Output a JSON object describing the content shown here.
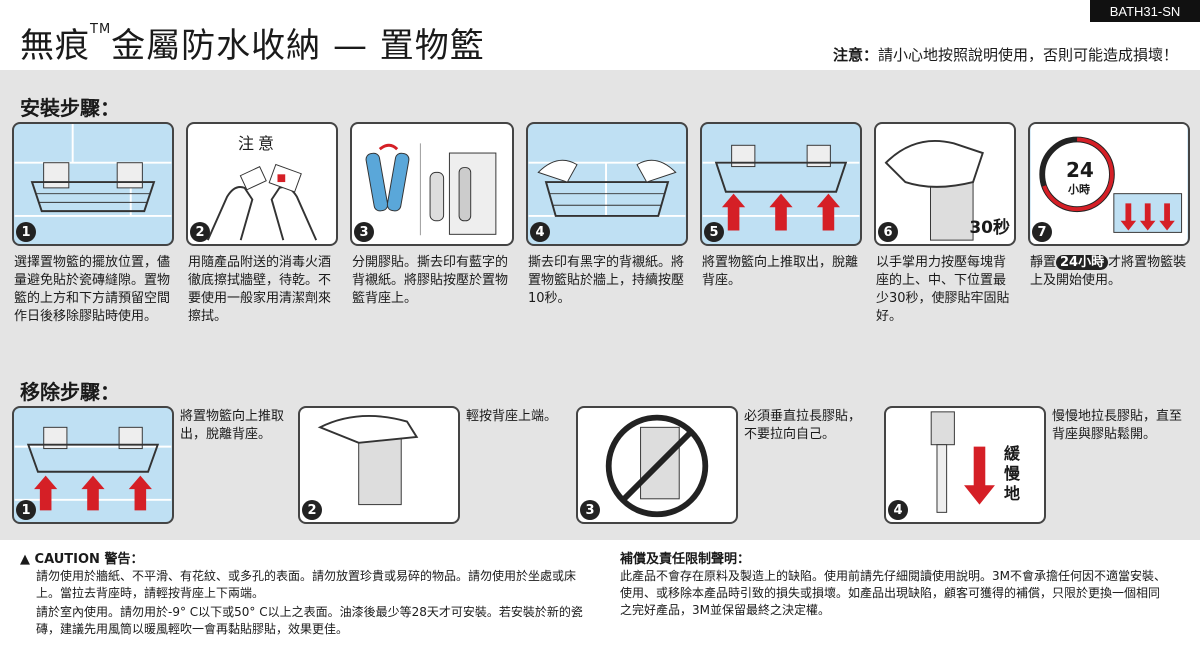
{
  "header": {
    "code": "BATH31-SN",
    "title_part1": "無痕",
    "title_tm": "TM",
    "title_part2": "金屬防水收納 — 置物籃",
    "warning_label": "注意：",
    "warning_text": "請小心地按照說明使用，否則可能造成損壞！"
  },
  "install": {
    "heading": "安裝步驟：",
    "panel2_label": "注意",
    "panel6_label": "30秒",
    "panel7_label_num": "24",
    "panel7_label_unit": "小時",
    "steps": [
      {
        "num": "1",
        "text": "選擇置物籃的擺放位置，儘量避免貼於瓷磚縫隙。置物籃的上方和下方請預留空間作日後移除膠貼時使用。"
      },
      {
        "num": "2",
        "text": "用隨產品附送的消毒火酒徹底擦拭牆壁，待乾。不要使用一般家用清潔劑來擦拭。"
      },
      {
        "num": "3",
        "text": "分開膠貼。撕去印有藍字的背襯紙。將膠貼按壓於置物籃背座上。"
      },
      {
        "num": "4",
        "text": "撕去印有黑字的背襯紙。將置物籃貼於牆上，持續按壓10秒。"
      },
      {
        "num": "5",
        "text": "將置物籃向上推取出，脫離背座。"
      },
      {
        "num": "6",
        "text": "以手掌用力按壓每塊背座的上、中、下位置最少30秒，使膠貼牢固貼好。"
      },
      {
        "num": "7",
        "text_pre": "靜置",
        "text_hl": "24小時",
        "text_post": "才將置物籃裝上及開始使用。"
      }
    ]
  },
  "remove": {
    "heading": "移除步驟：",
    "panel4_label": "緩慢地",
    "steps": [
      {
        "num": "1",
        "text": "將置物籃向上推取出，脫離背座。"
      },
      {
        "num": "2",
        "text": "輕按背座上端。"
      },
      {
        "num": "3",
        "text": "必須垂直拉長膠貼，不要拉向自己。"
      },
      {
        "num": "4",
        "text": "慢慢地拉長膠貼，直至背座與膠貼鬆開。"
      }
    ]
  },
  "caution": {
    "heading": "CAUTION 警告：",
    "para1": "請勿使用於牆紙、不平滑、有花紋、或多孔的表面。請勿放置珍貴或易碎的物品。請勿使用於坐處或床上。當拉去背座時，請輕按背座上下兩端。",
    "para2": "請於室內使用。請勿用於-9° C以下或50° C以上之表面。油漆後最少等28天才可安裝。若安裝於新的瓷磚，建議先用風筒以暖風輕吹一會再黏貼膠貼，效果更佳。"
  },
  "warranty": {
    "heading": "補償及責任限制聲明：",
    "text": "此產品不會存在原料及製造上的缺陷。使用前請先仔細閱讀使用說明。3M不會承擔任何因不適當安裝、使用、或移除本產品時引致的損失或損壞。如產品出現缺陷，顧客可獲得的補償，只限於更換一個相同之完好產品，3M並保留最終之決定權。"
  },
  "colors": {
    "tile": "#bfe0f3",
    "arrow": "#d51f26",
    "band": "#e4e4e4"
  }
}
